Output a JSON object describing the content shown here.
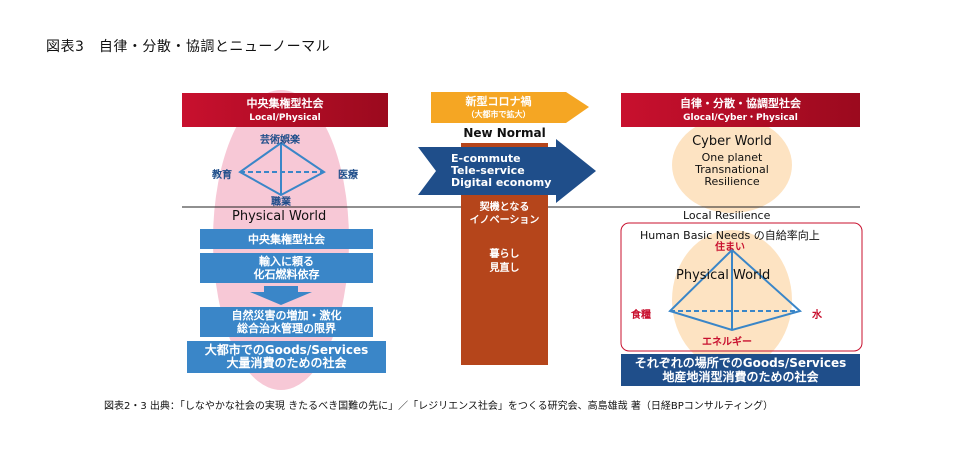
{
  "figure_title": "図表3　自律・分散・協調とニューノーマル",
  "left": {
    "header": "中央集権型社会",
    "header_sub": "Local/Physical",
    "node_top": "芸術娯楽",
    "node_left": "教育",
    "node_right": "医療",
    "node_bottom": "職業",
    "physical_world": "Physical World",
    "box1": "中央集権型社会",
    "box2_line1": "輸入に頼る",
    "box2_line2": "化石燃料依存",
    "box3_line1": "自然災害の増加・激化",
    "box3_line2": "総合治水管理の限界",
    "box4_line1": "大都市でのGoods/Services",
    "box4_line2": "大量消費のための社会"
  },
  "middle": {
    "corona_line1": "新型コロナ禍",
    "corona_line2": "（大都市で拡大）",
    "new_normal": "New Normal",
    "arrow_line1": "E-commute",
    "arrow_line2": "Tele-service",
    "arrow_line3": "Digital economy",
    "col_text1_line1": "契機となる",
    "col_text1_line2": "イノベーション",
    "col_text2_line1": "暮らし",
    "col_text2_line2": "見直し"
  },
  "right": {
    "header": "自律・分散・協調型社会",
    "header_sub": "Glocal/Cyber・Physical",
    "cyber_world": "Cyber World",
    "cyber_line1": "One planet",
    "cyber_line2": "Transnational",
    "cyber_line3": "Resilience",
    "local_resilience": "Local Resilience",
    "basic_needs": "Human Basic Needs の自給率向上",
    "node_top": "住まい",
    "physical_world": "Physical World",
    "node_left": "食糧",
    "node_right": "水",
    "node_bottom": "エネルギー",
    "bottom_line1": "それぞれの場所でのGoods/Services",
    "bottom_line2": "地産地消型消費のための社会"
  },
  "caption": "図表2・3 出典：「しなやかな社会の実現 きたるべき国難の先に」／「レジリエンス社会」をつくる研究会、高島雄哉 著（日経BPコンサルティング）",
  "colors": {
    "red": "#c8102e",
    "blue": "#3a86c8",
    "navy": "#1f4e8a",
    "orange": "#f5a623",
    "brown": "#b5451b",
    "pink": "#f7c8d6",
    "peach": "#fde3c2"
  }
}
